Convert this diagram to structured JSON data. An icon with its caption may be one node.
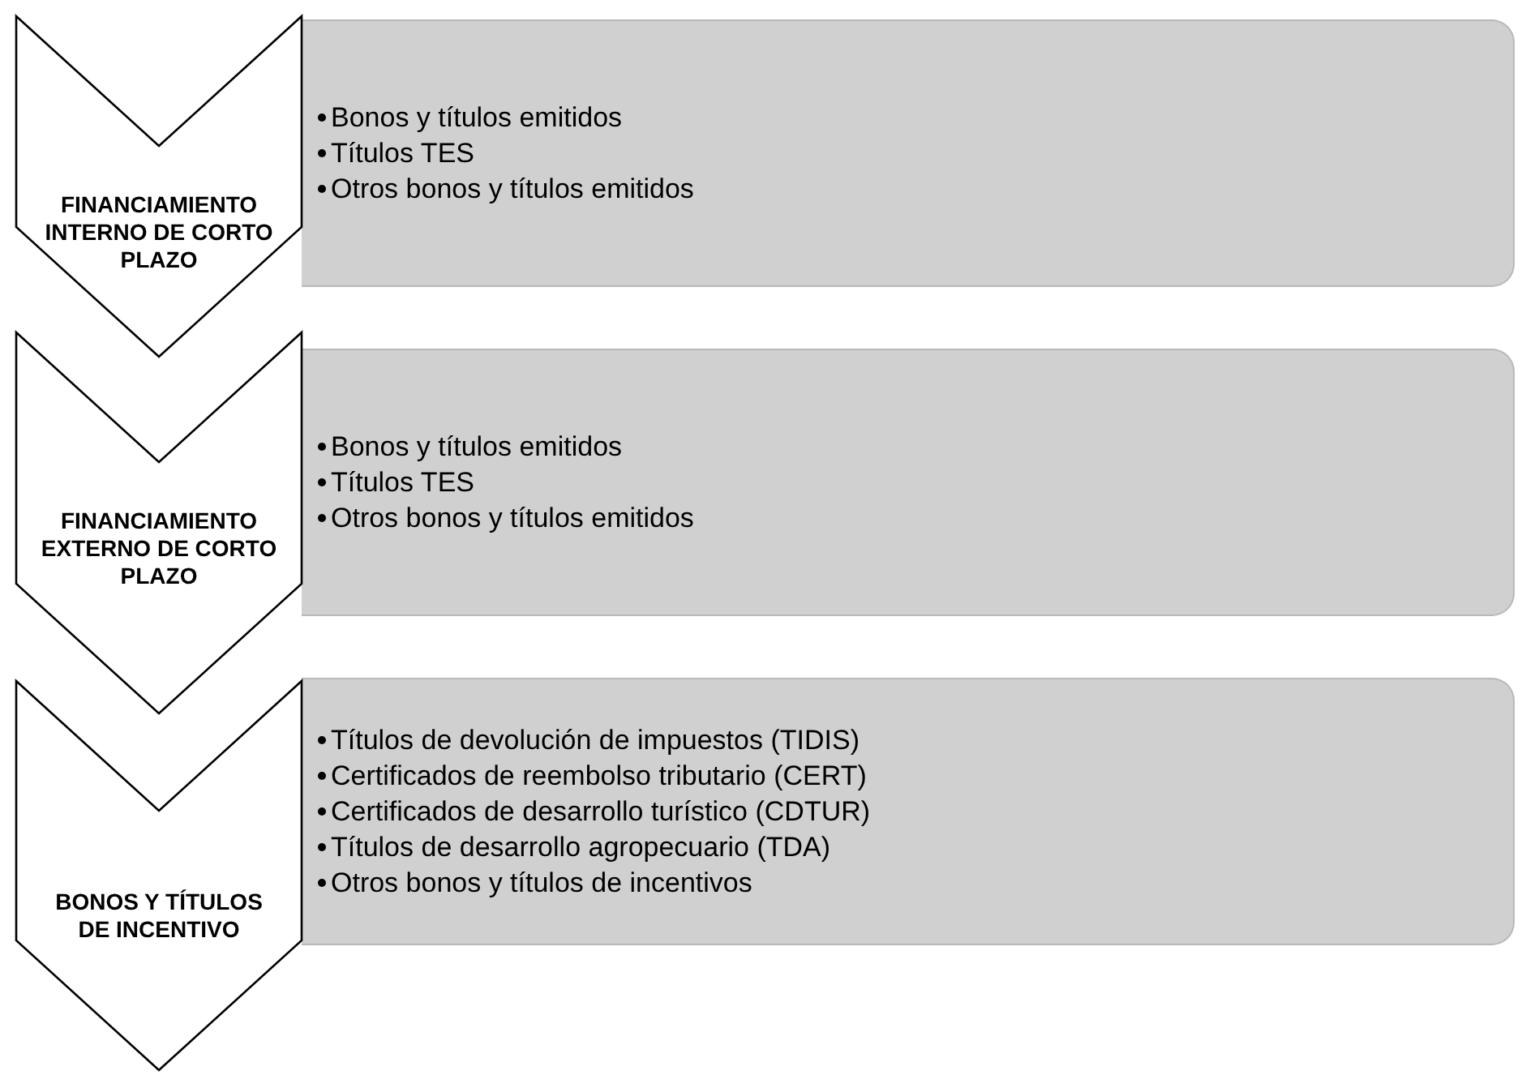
{
  "diagram": {
    "nodes": [
      {
        "text": [
          "FINANCIAMIENTO INTERNO DE CORTO PLAZO"
        ]
      },
      {
        "text": [
          "Bonos y títulos emitidos",
          "Títulos TES",
          "Otros bonos y títulos emitidos"
        ]
      },
      {
        "text": [
          "FINANCIAMIENTO EXTERNO DE CORTO PLAZO"
        ]
      },
      {
        "text": [
          "Bonos y títulos emitidos",
          "Títulos TES",
          "Otros bonos y títulos emitidos"
        ]
      },
      {
        "text": [
          "BONOS Y TÍTULOS DE INCENTIVO"
        ]
      },
      {
        "text": [
          "Títulos de devolución de impuestos (TIDIS)",
          "Certificados de reembolso tributario (CERT)",
          "Certificados de desarrollo turístico (CDTUR)",
          "Títulos de desarrollo agropecuario (TDA)",
          "Otros bonos y títulos de incentivos"
        ]
      }
    ]
  }
}
